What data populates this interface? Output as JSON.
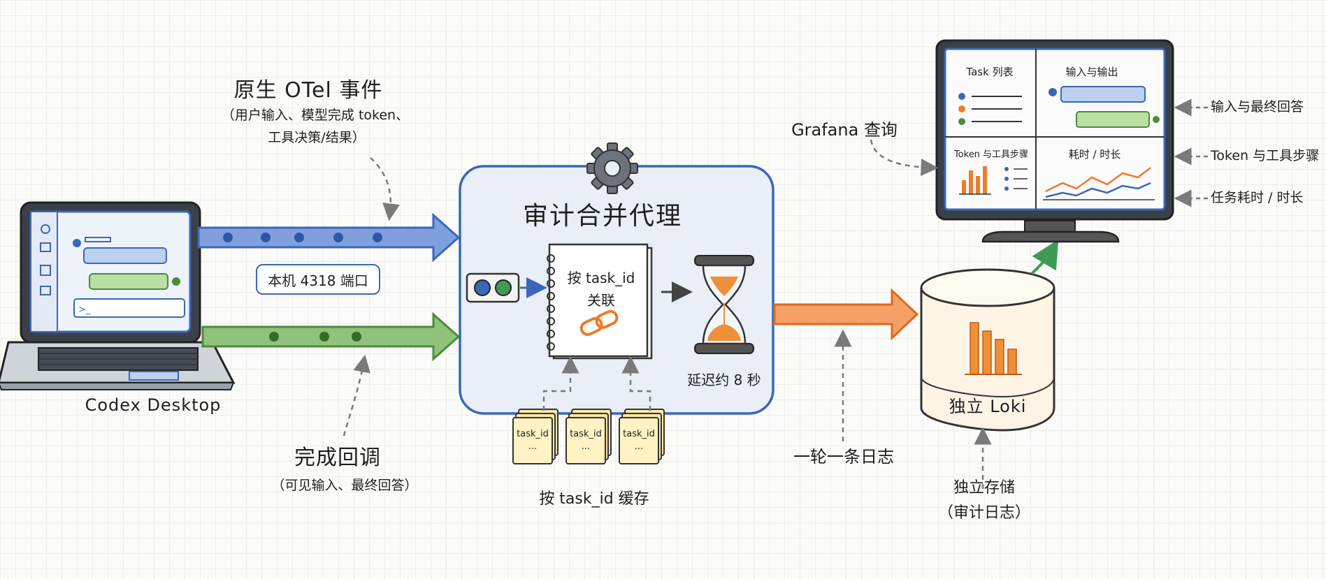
{
  "source": {
    "label": "Codex Desktop",
    "terminal_prompt": ">_"
  },
  "otel": {
    "title": "原生 OTel 事件",
    "detail_line1": "（用户输入、模型完成 token、",
    "detail_line2": "工具决策/结果）"
  },
  "callback": {
    "title": "完成回调",
    "detail": "（可见输入、最终回答）"
  },
  "port": {
    "label": "本机 4318 端口"
  },
  "proxy": {
    "title": "审计合并代理",
    "correlate_line1": "按 task_id",
    "correlate_line2": "关联",
    "delay": "延迟约 8 秒",
    "cache_label": "按 task_id 缓存",
    "card_label": "task_id",
    "card_more": "···"
  },
  "log_flow": {
    "label": "一轮一条日志"
  },
  "storage": {
    "name": "独立 Loki",
    "caption_line1": "独立存储",
    "caption_line2": "（审计日志）"
  },
  "grafana": {
    "query_label": "Grafana 查询",
    "panels": {
      "task_list": "Task 列表",
      "io": "输入与输出",
      "token_steps": "Token 与工具步骤",
      "duration": "耗时 / 时长"
    },
    "annotations": [
      "输入与最终回答",
      "Token 与工具步骤",
      "任务耗时 / 时长"
    ]
  },
  "colors": {
    "blue": "#3a67b8",
    "green": "#4e8b3a",
    "orange": "#ee7a2a",
    "ink": "#2a2a2a"
  }
}
